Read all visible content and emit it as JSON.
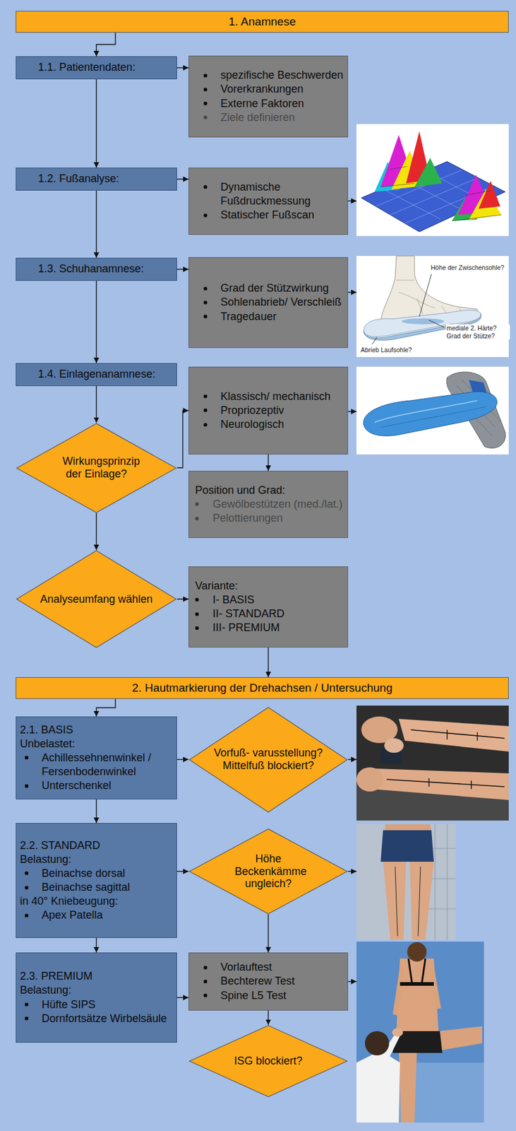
{
  "diagram": {
    "nodes": [
      {
        "text": [
          "1. Anamnese"
        ]
      },
      {
        "text": [
          "1.1. Patientendaten:"
        ]
      },
      {
        "text": [
          "spezifische Beschwerden",
          "Vorerkrankungen",
          "Externe Faktoren",
          "Ziele definieren"
        ]
      },
      {
        "text": [
          "1.2. Fußanalyse:"
        ]
      },
      {
        "text": [
          "Dynamische Fußdruckmessung",
          "Statischer Fußscan"
        ]
      },
      {
        "text": [
          "1.3. Schuhanamnese:"
        ]
      },
      {
        "text": [
          "Grad der Stützwirkung",
          "Sohlenabrieb/ Verschleiß",
          "Tragedauer"
        ]
      },
      {
        "text": [
          "1.4. Einlagenanamnese:"
        ]
      },
      {
        "text": [
          "Klassisch/ mechanisch",
          "Propriozeptiv",
          "Neurologisch"
        ]
      },
      {
        "text": [
          "Wirkungsprinzip der Einlage?"
        ]
      },
      {
        "text": [
          "Position und Grad:",
          "Gewölbestützen (med./lat.)",
          "Pelottierungen"
        ]
      },
      {
        "text": [
          "Analyseumfang wählen"
        ]
      },
      {
        "text": [
          "Variante:",
          "I- BASIS",
          "II- STANDARD",
          "III- PREMIUM"
        ]
      },
      {
        "text": [
          "2. Hautmarkierung der Drehachsen / Untersuchung"
        ]
      },
      {
        "text": [
          "2.1. BASIS",
          "Unbelastet:",
          "Achillessehnenwinkel / Fersenbodenwinkel",
          "Unterschenkel"
        ]
      },
      {
        "text": [
          "Vorfuß- varusstellung?",
          "Mittelfuß blockiert?"
        ]
      },
      {
        "text": [
          "2.2. STANDARD",
          "Belastung:",
          "Beinachse dorsal",
          "Beinachse sagittal",
          "in 40° Kniebeugung:",
          "Apex Patella"
        ]
      },
      {
        "text": [
          "Höhe Beckenkämme ungleich?"
        ]
      },
      {
        "text": [
          "2.3. PREMIUM",
          "Belastung:",
          "Hüfte SIPS",
          "Dornfortsätze Wirbelsäule"
        ]
      },
      {
        "text": [
          "Vorlauftest",
          "Bechterew Test",
          "Spine L5 Test"
        ]
      },
      {
        "text": [
          "ISG blockiert?"
        ]
      }
    ],
    "edges": [
      {
        "from": 0,
        "to": 1,
        "arrow": "to"
      },
      {
        "from": 1,
        "to": 2,
        "arrow": "to"
      },
      {
        "from": 1,
        "to": 3,
        "arrow": "to"
      },
      {
        "from": 3,
        "to": 4,
        "arrow": "to"
      },
      {
        "from": 3,
        "to": 5,
        "arrow": "to"
      },
      {
        "from": 5,
        "to": 6,
        "arrow": "to"
      },
      {
        "from": 5,
        "to": 7,
        "arrow": "to"
      },
      {
        "from": 7,
        "to": 9,
        "arrow": "to"
      },
      {
        "from": 9,
        "to": 8,
        "arrow": "to"
      },
      {
        "from": 8,
        "to": 10,
        "arrow": "to"
      },
      {
        "from": 9,
        "to": 11,
        "arrow": "to"
      },
      {
        "from": 11,
        "to": 12,
        "arrow": "to"
      },
      {
        "from": 12,
        "to": 13,
        "arrow": "to"
      },
      {
        "from": 13,
        "to": 14,
        "arrow": "to"
      },
      {
        "from": 14,
        "to": 15,
        "arrow": "to"
      },
      {
        "from": 14,
        "to": 16,
        "arrow": "to"
      },
      {
        "from": 16,
        "to": 17,
        "arrow": "to"
      },
      {
        "from": 17,
        "to": 19,
        "arrow": "to"
      },
      {
        "from": 16,
        "to": 18,
        "arrow": "to"
      },
      {
        "from": 18,
        "to": 19,
        "arrow": "to"
      },
      {
        "from": 19,
        "to": 20,
        "arrow": "to"
      }
    ],
    "labels": [
      "Höhe der Zwischensohle?",
      "mediale 2. Härte? Grad der Stütze?",
      "Abrieb Laufsohle?"
    ]
  }
}
